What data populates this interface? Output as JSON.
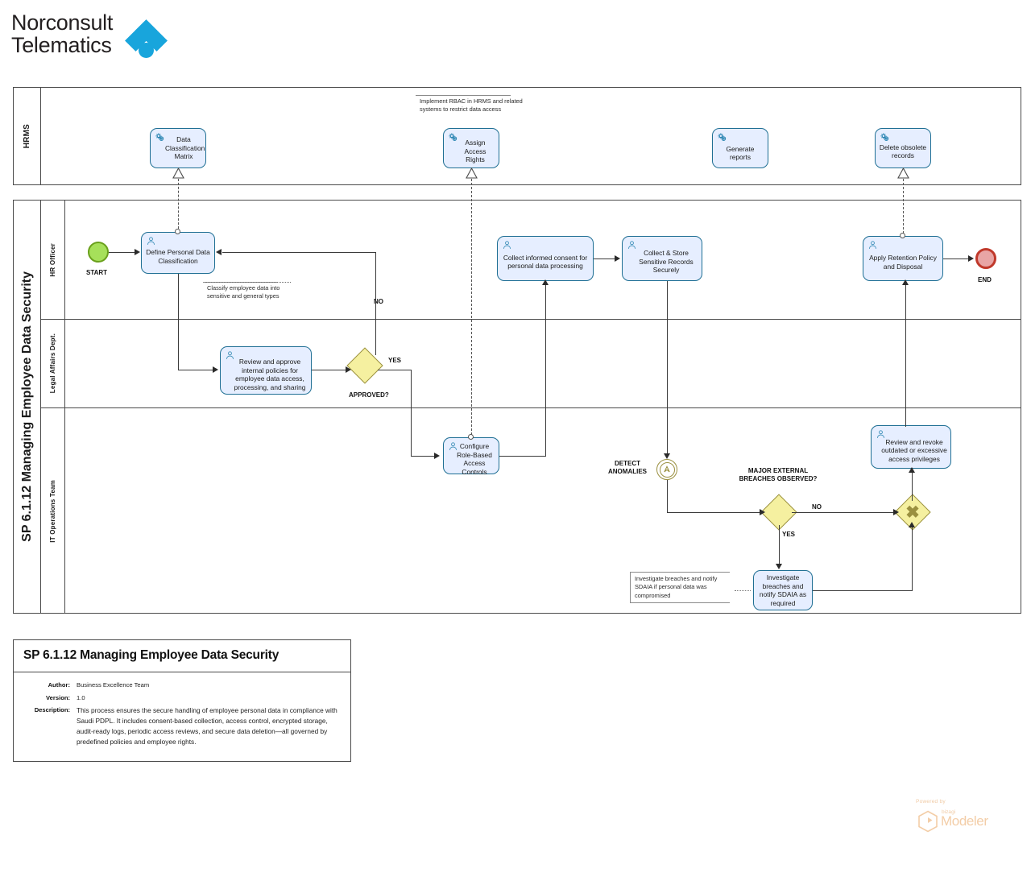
{
  "brand": {
    "name_line1": "Norconsult",
    "name_line2": "Telematics",
    "accent_color": "#18a5dc"
  },
  "diagram": {
    "title": "SP 6.1.12 Managing Employee Data Security",
    "pools": [
      {
        "name": "HRMS"
      },
      {
        "name": "SP 6.1.12 Managing Employee Data Security",
        "lanes": [
          "HR Officer",
          "Legal Affairs Dept.",
          "IT Operations Team"
        ]
      }
    ],
    "tasks": {
      "data_classification_matrix": "Data Classification Matrix",
      "assign_access_rights": "Assign Access Rights",
      "generate_reports": "Generate reports",
      "delete_obsolete_records": "Delete obsolete records",
      "define_personal_data_classification": "Define Personal Data Classification",
      "collect_informed_consent": "Collect informed consent for personal data processing",
      "collect_store_sensitive_records": "Collect & Store Sensitive Records Securely",
      "apply_retention_policy": "Apply Retention Policy and Disposal",
      "review_approve_policies": "Review and approve internal policies for employee data access, processing, and sharing",
      "configure_rbac": "Configure Role-Based Access Controls",
      "review_revoke_privileges": "Review and revoke outdated or excessive access privileges",
      "investigate_breaches": "Investigate breaches and notify SDAIA as required"
    },
    "events": {
      "start": "START",
      "end": "END",
      "detect_anomalies": "DETECT ANOMALIES"
    },
    "gateways": {
      "approved": "APPROVED?",
      "major_breaches": "MAJOR EXTERNAL BREACHES OBSERVED?",
      "merge": ""
    },
    "flow_labels": {
      "approved_yes": "YES",
      "approved_no": "NO",
      "breaches_no": "NO",
      "breaches_yes": "YES"
    },
    "annotations": {
      "classify_types": "Classify employee data into sensitive and general types",
      "implement_rbac": "Implement RBAC in HRMS and related systems to restrict data access",
      "investigate_notify": "Investigate breaches and notify SDAIA if personal data was compromised"
    },
    "colors": {
      "task_fill": "#e6eeff",
      "task_stroke": "#1f6f94",
      "gateway_fill": "#f5f0a0",
      "gateway_stroke": "#9a9040",
      "start_fill": "#a6e05a",
      "end_fill": "#e8a5a5"
    }
  },
  "info_panel": {
    "title": "SP 6.1.12 Managing Employee Data Security",
    "author_label": "Author:",
    "author_value": "Business Excellence Team",
    "version_label": "Version:",
    "version_value": "1.0",
    "description_label": "Description:",
    "description_value": "This process ensures the secure handling of employee personal data in compliance with Saudi PDPL. It includes consent-based collection, access control, encrypted storage, audit-ready logs, periodic access reviews, and secure data deletion—all governed by predefined policies and employee rights."
  },
  "watermark": {
    "powered_by": "Powered by",
    "brand_small": "bizagi",
    "brand_big": "Modeler"
  }
}
